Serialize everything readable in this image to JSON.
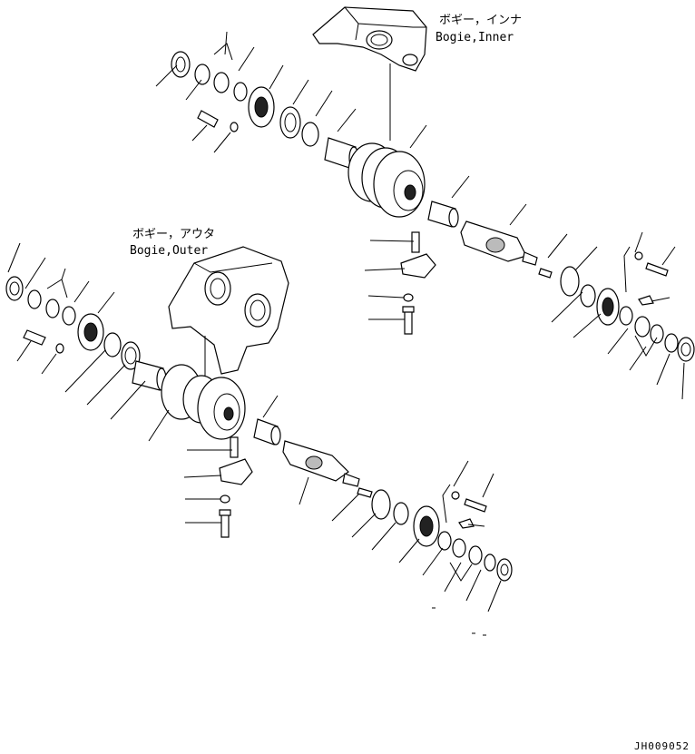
{
  "labels": {
    "inner_jp": "ボギー，インナ",
    "inner_en": "Bogie,Inner",
    "outer_jp": "ボギー，アウタ",
    "outer_en": "Bogie,Outer"
  },
  "drawing_code": "JH009052"
}
